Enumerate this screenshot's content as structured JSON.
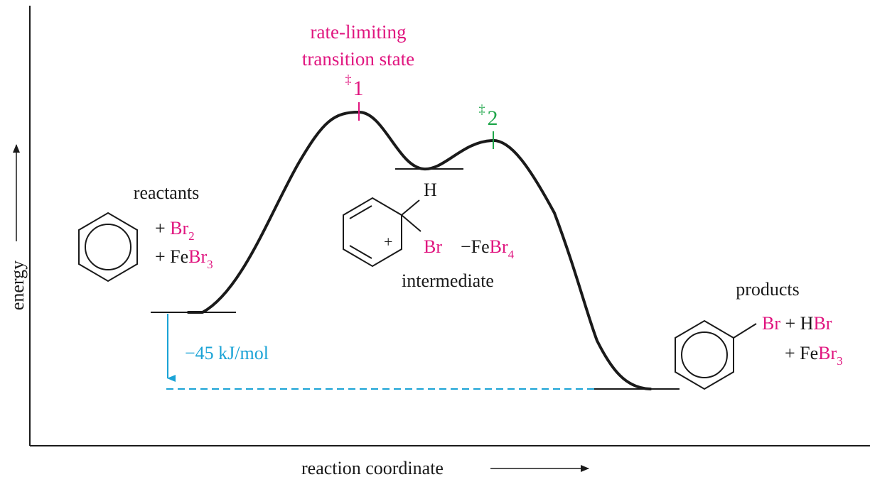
{
  "axes": {
    "y_label": "energy",
    "x_label": "reaction coordinate"
  },
  "colors": {
    "ink": "#1a1a1a",
    "magenta": "#e0157f",
    "green": "#1fa64a",
    "cyan": "#1aa3d6"
  },
  "transition_states": {
    "ts1": {
      "caption_line1": "rate-limiting",
      "caption_line2": "transition state",
      "symbol": "‡",
      "number": "1"
    },
    "ts2": {
      "symbol": "‡",
      "number": "2"
    }
  },
  "reactants": {
    "title": "reactants",
    "plus1": "+ ",
    "br": "Br",
    "br_sub": "2",
    "plus2": "+ Fe",
    "febr": "Br",
    "febr_sub": "3"
  },
  "intermediate": {
    "title": "intermediate",
    "h": "H",
    "br": "Br",
    "charge_plus": "+",
    "anion_prefix": "−Fe",
    "anion_br": "Br",
    "anion_sub": "4"
  },
  "products": {
    "title": "products",
    "br": "Br",
    "plus_h": " + H",
    "hbr_br": "Br",
    "plus2": "+ Fe",
    "febr": "Br",
    "febr_sub": "3"
  },
  "delta_e": {
    "label": "−45 kJ/mol"
  }
}
